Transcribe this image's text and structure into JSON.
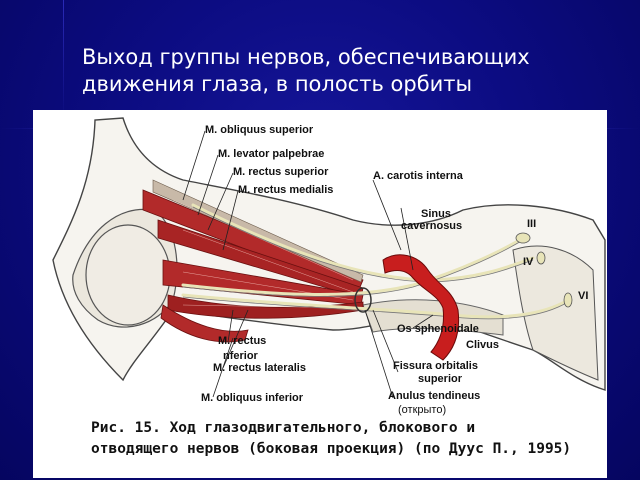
{
  "slide": {
    "title_line1": "Выход группы нервов, обеспечивающих",
    "title_line2": "движения глаза, в полость орбиты"
  },
  "figure": {
    "labels": {
      "obliquus_superior": "M. obliquus superior",
      "levator_palpebrae": "M. levator palpebrae",
      "rectus_superior": "M. rectus superior",
      "rectus_medialis": "M. rectus medialis",
      "carotis_interna": "A. carotis interna",
      "sinus": "Sinus",
      "cavernosus": "cavernosus",
      "nerve_iii": "III",
      "nerve_iv": "IV",
      "nerve_vi": "VI",
      "os_sphenoidale": "Os sphenoidale",
      "clivus": "Clivus",
      "rectus_inferior_1": "M. rectus",
      "rectus_inferior_2": "nferior",
      "rectus_lateralis": "M. rectus lateralis",
      "fissura_1": "Fissura orbitalis",
      "fissura_2": "superior",
      "obliquus_inferior": "M. obliquus inferior",
      "anulus_1": "Anulus tendineus",
      "anulus_2": "(открыто)"
    },
    "caption_line1": "Рис. 15. Ход глазодвигательного, блокового и",
    "caption_line2": "отводящего нервов (боковая проекция) (по Дуус П., 1995)"
  },
  "colors": {
    "background": "#0a0a7a",
    "muscle": "#b22a2a",
    "vessel": "#c81e1e",
    "nerve": "#e8e4b8"
  }
}
